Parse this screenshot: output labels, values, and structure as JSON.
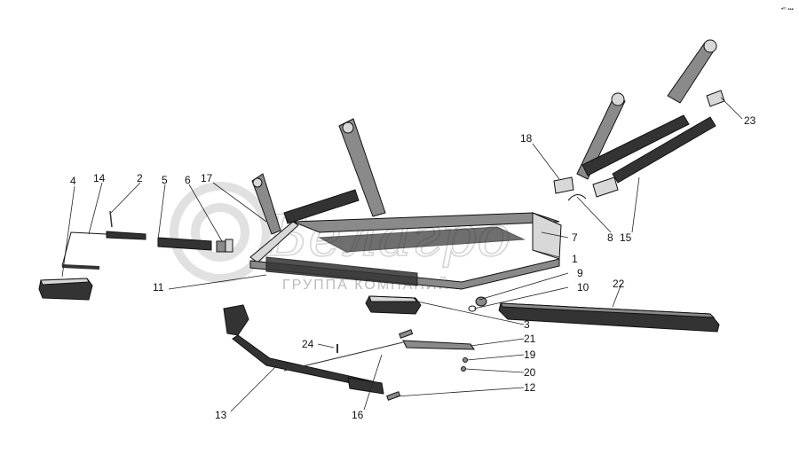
{
  "watermark": {
    "brand": "Белагро",
    "tagline": "ГРУППА КОМПАНИЙ"
  },
  "corner_mark": "•ᵐ ▪▪▪",
  "callouts": [
    {
      "id": "1",
      "text": "1"
    },
    {
      "id": "2",
      "text": "2"
    },
    {
      "id": "3",
      "text": "3"
    },
    {
      "id": "4",
      "text": "4"
    },
    {
      "id": "5",
      "text": "5"
    },
    {
      "id": "6",
      "text": "6"
    },
    {
      "id": "7",
      "text": "7"
    },
    {
      "id": "8",
      "text": "8"
    },
    {
      "id": "9",
      "text": "9"
    },
    {
      "id": "10",
      "text": "10"
    },
    {
      "id": "11",
      "text": "11"
    },
    {
      "id": "12",
      "text": "12"
    },
    {
      "id": "13",
      "text": "13"
    },
    {
      "id": "14",
      "text": "14"
    },
    {
      "id": "15",
      "text": "15"
    },
    {
      "id": "16",
      "text": "16"
    },
    {
      "id": "17",
      "text": "17"
    },
    {
      "id": "18",
      "text": "18"
    },
    {
      "id": "19",
      "text": "19"
    },
    {
      "id": "20",
      "text": "20"
    },
    {
      "id": "21",
      "text": "21"
    },
    {
      "id": "22",
      "text": "22"
    },
    {
      "id": "23",
      "text": "23"
    },
    {
      "id": "24",
      "text": "24"
    }
  ]
}
